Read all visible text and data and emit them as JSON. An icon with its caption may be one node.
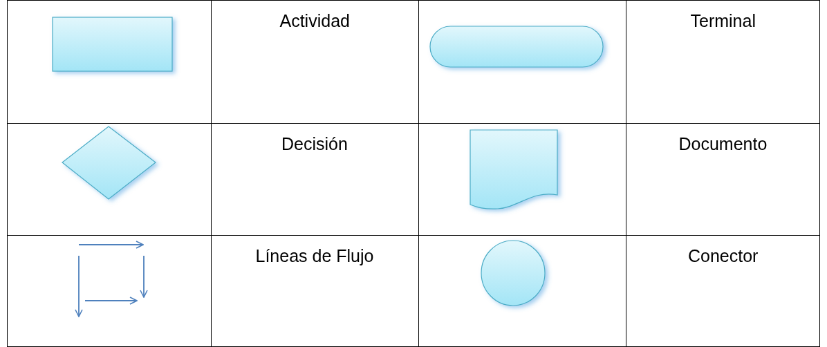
{
  "diagram": {
    "labels": [
      "Actividad",
      "Terminal",
      "Decisión",
      "Documento",
      "Líneas de Flujo",
      "Conector"
    ]
  }
}
